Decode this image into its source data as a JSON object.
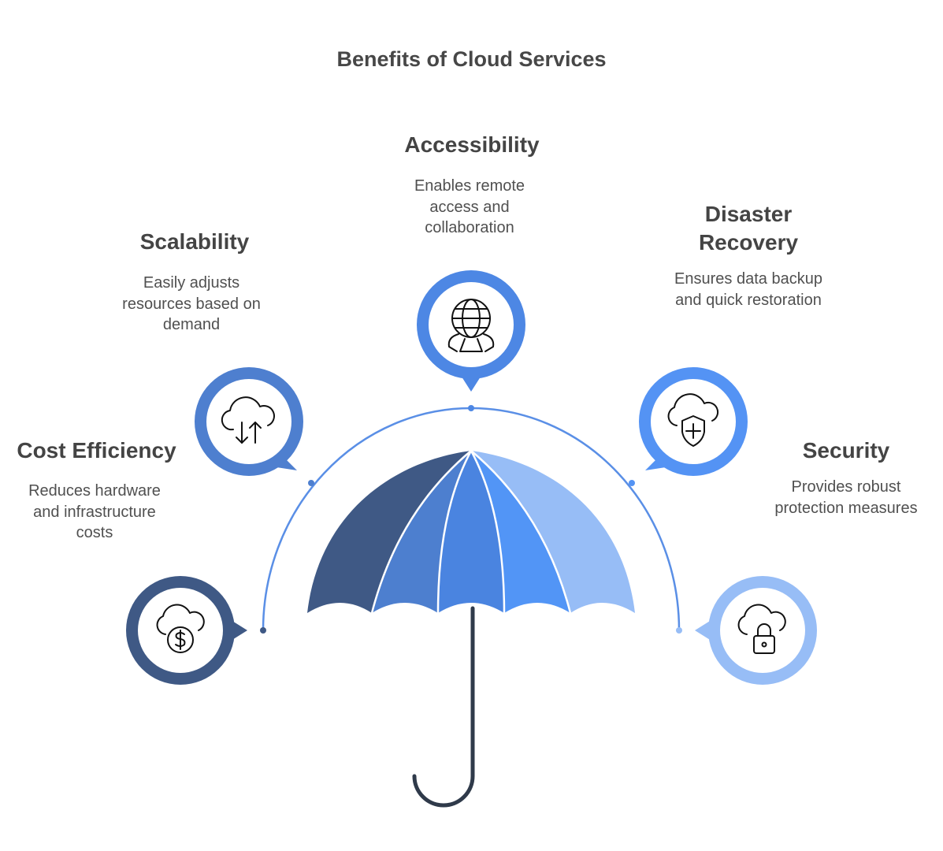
{
  "title": "Benefits of Cloud Services",
  "benefits": [
    {
      "heading": "Cost Efficiency",
      "description": "Reduces hardware\nand infrastructure\ncosts",
      "icon": "cloud-dollar-icon",
      "color": "#3f5985"
    },
    {
      "heading": "Scalability",
      "description": "Easily adjusts\nresources based on\ndemand",
      "icon": "cloud-arrows-icon",
      "color": "#4e7fcf"
    },
    {
      "heading": "Accessibility",
      "description": "Enables remote\naccess and\ncollaboration",
      "icon": "globe-network-icon",
      "color": "#4d87e4"
    },
    {
      "heading": "Disaster\nRecovery",
      "description": "Ensures data backup\nand quick restoration",
      "icon": "cloud-shield-icon",
      "color": "#5493f4"
    },
    {
      "heading": "Security",
      "description": "Provides robust\nprotection measures",
      "icon": "cloud-lock-icon",
      "color": "#97bdf6"
    }
  ],
  "colors": {
    "canopy": [
      "#3f5985",
      "#4d7fcf",
      "#4a84e0",
      "#5295f6",
      "#97bdf6"
    ],
    "arc": "#5a8fe6",
    "handle": "#2f3a4a"
  }
}
